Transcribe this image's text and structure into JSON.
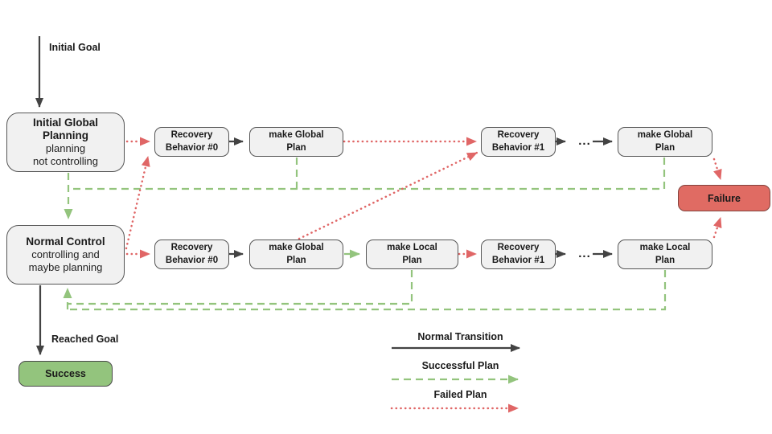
{
  "colors": {
    "arrow_black": "#434343",
    "plan_success_green": "#93c47d",
    "plan_failed_red": "#e06666",
    "node_fill": "#f1f1f1",
    "node_border": "#555555",
    "failure_fill": "#e06b63",
    "failure_border": "#82433d",
    "success_fill": "#93c47d",
    "success_border": "#4a4a4a"
  },
  "diagram": {
    "initial_goal_label": "Initial Goal",
    "reached_goal_label": "Reached Goal",
    "ellipsis": "...",
    "nodes": {
      "initial_global_planning": {
        "title": "Initial Global Planning",
        "sub1": "planning",
        "sub2": "not controlling"
      },
      "normal_control": {
        "title": "Normal Control",
        "sub1": "controlling and",
        "sub2": "maybe planning"
      },
      "success": "Success",
      "failure": "Failure"
    },
    "top_row": [
      {
        "line1": "Recovery",
        "line2": "Behavior #0"
      },
      {
        "line1": "make Global",
        "line2": "Plan"
      },
      {
        "line1": "Recovery",
        "line2": "Behavior #1"
      },
      {
        "line1": "make Global",
        "line2": "Plan"
      }
    ],
    "mid_row": [
      {
        "line1": "Recovery",
        "line2": "Behavior #0"
      },
      {
        "line1": "make Global",
        "line2": "Plan"
      },
      {
        "line1": "make Local",
        "line2": "Plan"
      },
      {
        "line1": "Recovery",
        "line2": "Behavior #1"
      },
      {
        "line1": "make Local",
        "line2": "Plan"
      }
    ]
  },
  "legend": {
    "items": [
      {
        "label": "Normal Transition",
        "style": "solid-black"
      },
      {
        "label": "Successful Plan",
        "style": "dashed-green"
      },
      {
        "label": "Failed Plan",
        "style": "dotted-red"
      }
    ]
  }
}
